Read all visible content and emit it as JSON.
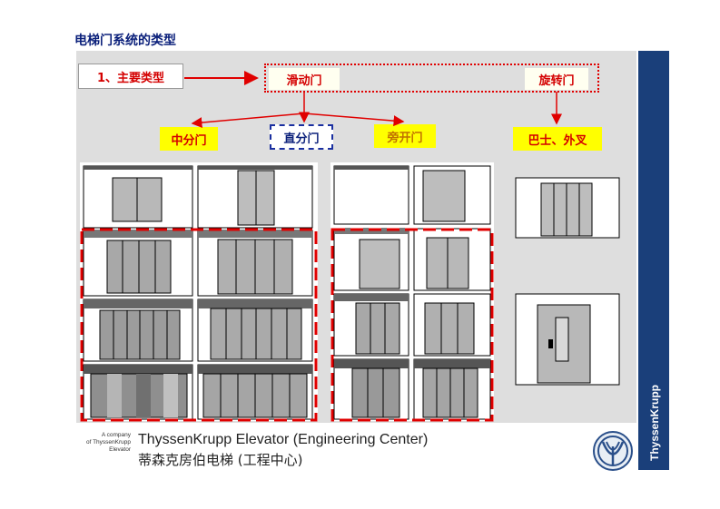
{
  "title": "电梯门系统的类型",
  "main_label": "1、主要类型",
  "sliding_label": "滑动门",
  "rotating_label": "旋转门",
  "center_label": "中分门",
  "vertical_label": "直分门",
  "side_label": "旁开门",
  "bus_label": "巴士、外叉",
  "company_small": [
    "A company",
    "of ThyssenKrupp",
    "Elevator"
  ],
  "company_en": "ThyssenKrupp Elevator (Engineering Center)",
  "company_cn": "蒂森克房伯电梯 (工程中心)",
  "brand_vertical": "ThyssenKrupp",
  "colors": {
    "title_blue": "#0a1f7a",
    "label_red": "#d40000",
    "label_yellow": "#ffff00",
    "brand_blue": "#1a3f7a",
    "panel_gray": "#dedede"
  },
  "icons": [
    "thyssenkrupp-logo-icon"
  ]
}
